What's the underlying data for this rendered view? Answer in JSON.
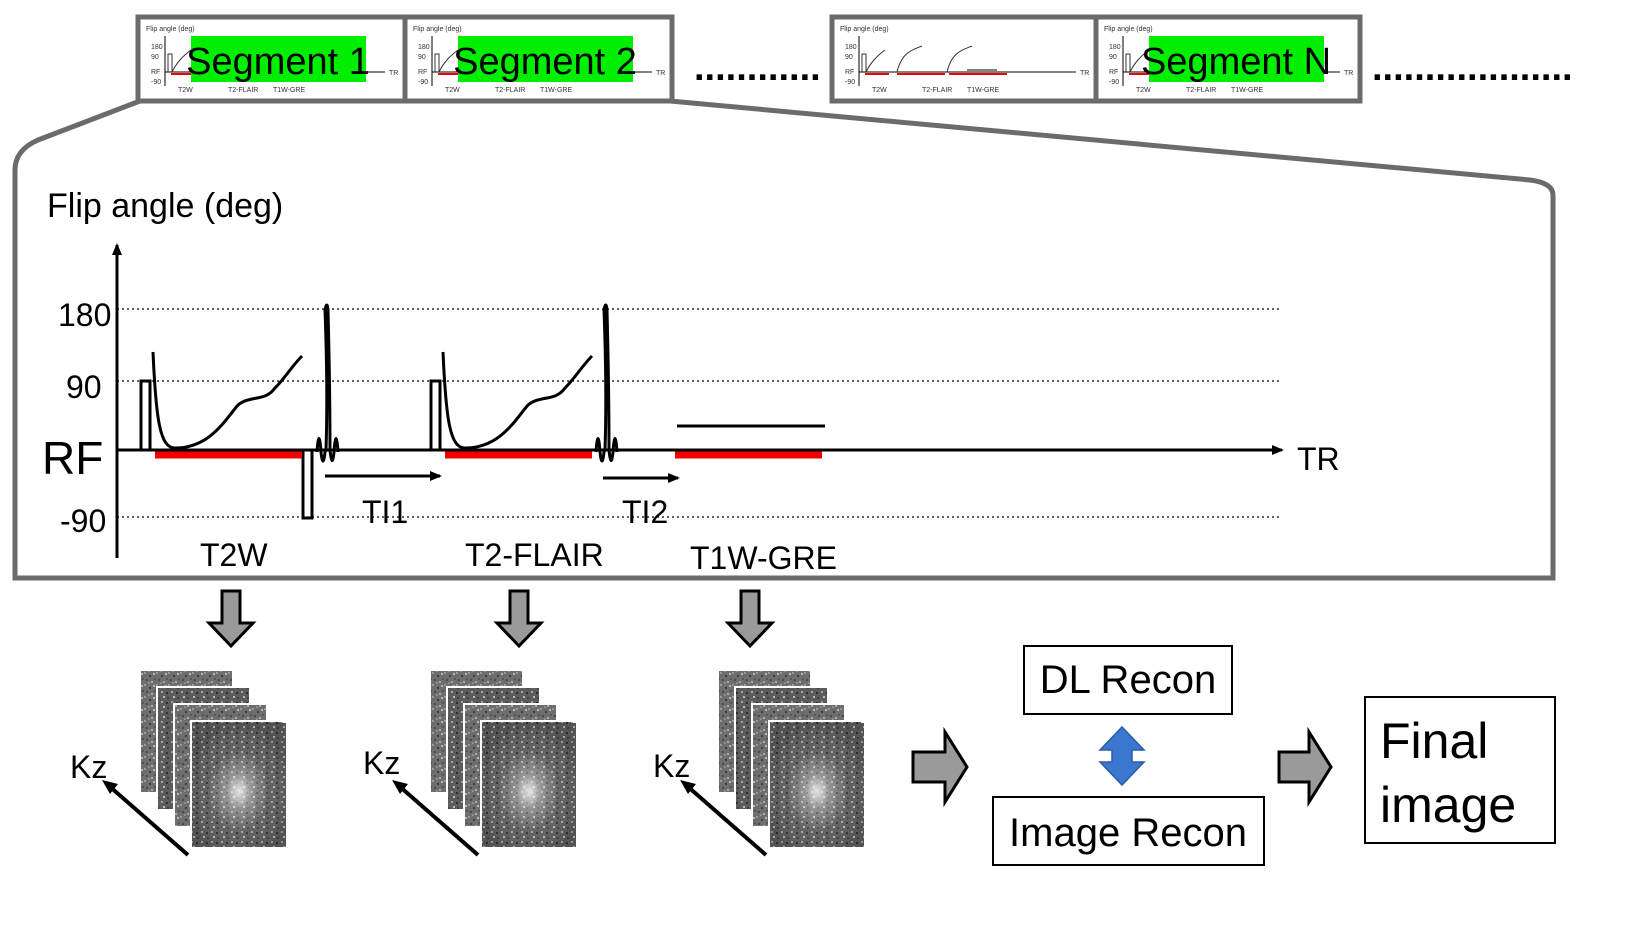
{
  "segments": [
    {
      "label": "Segment 1",
      "highlight": true
    },
    {
      "label": "Segment 2",
      "highlight": true
    },
    {
      "label": "",
      "highlight": false
    },
    {
      "label": "Segment N",
      "highlight": true
    }
  ],
  "ellipsis": "............",
  "ellipsis_end": "...................",
  "thumbnail": {
    "title": "Flip angle (deg)",
    "ticks": [
      "180",
      "90",
      "RF",
      "-90"
    ],
    "tr": "TR",
    "blocks": [
      "T2W",
      "T2-FLAIR",
      "T1W-GRE"
    ]
  },
  "diagram": {
    "ylabel": "Flip angle (deg)",
    "y_ticks": [
      "180",
      "90",
      "-90"
    ],
    "rf_label": "RF",
    "x_label": "TR",
    "ti1": "TI1",
    "ti2": "TI2",
    "blocks": [
      "T2W",
      "T2-FLAIR",
      "T1W-GRE"
    ]
  },
  "kz_label": "Kz",
  "boxes": {
    "dl_recon": "DL Recon",
    "image_recon": "Image Recon",
    "final_line1": "Final",
    "final_line2": "image"
  },
  "colors": {
    "highlight": "#00ee00",
    "readout": "#ee0000",
    "frame": "#6b6b6b",
    "arrow_gray": "#9a9a9a",
    "double_arrow": "#3a78d0"
  }
}
